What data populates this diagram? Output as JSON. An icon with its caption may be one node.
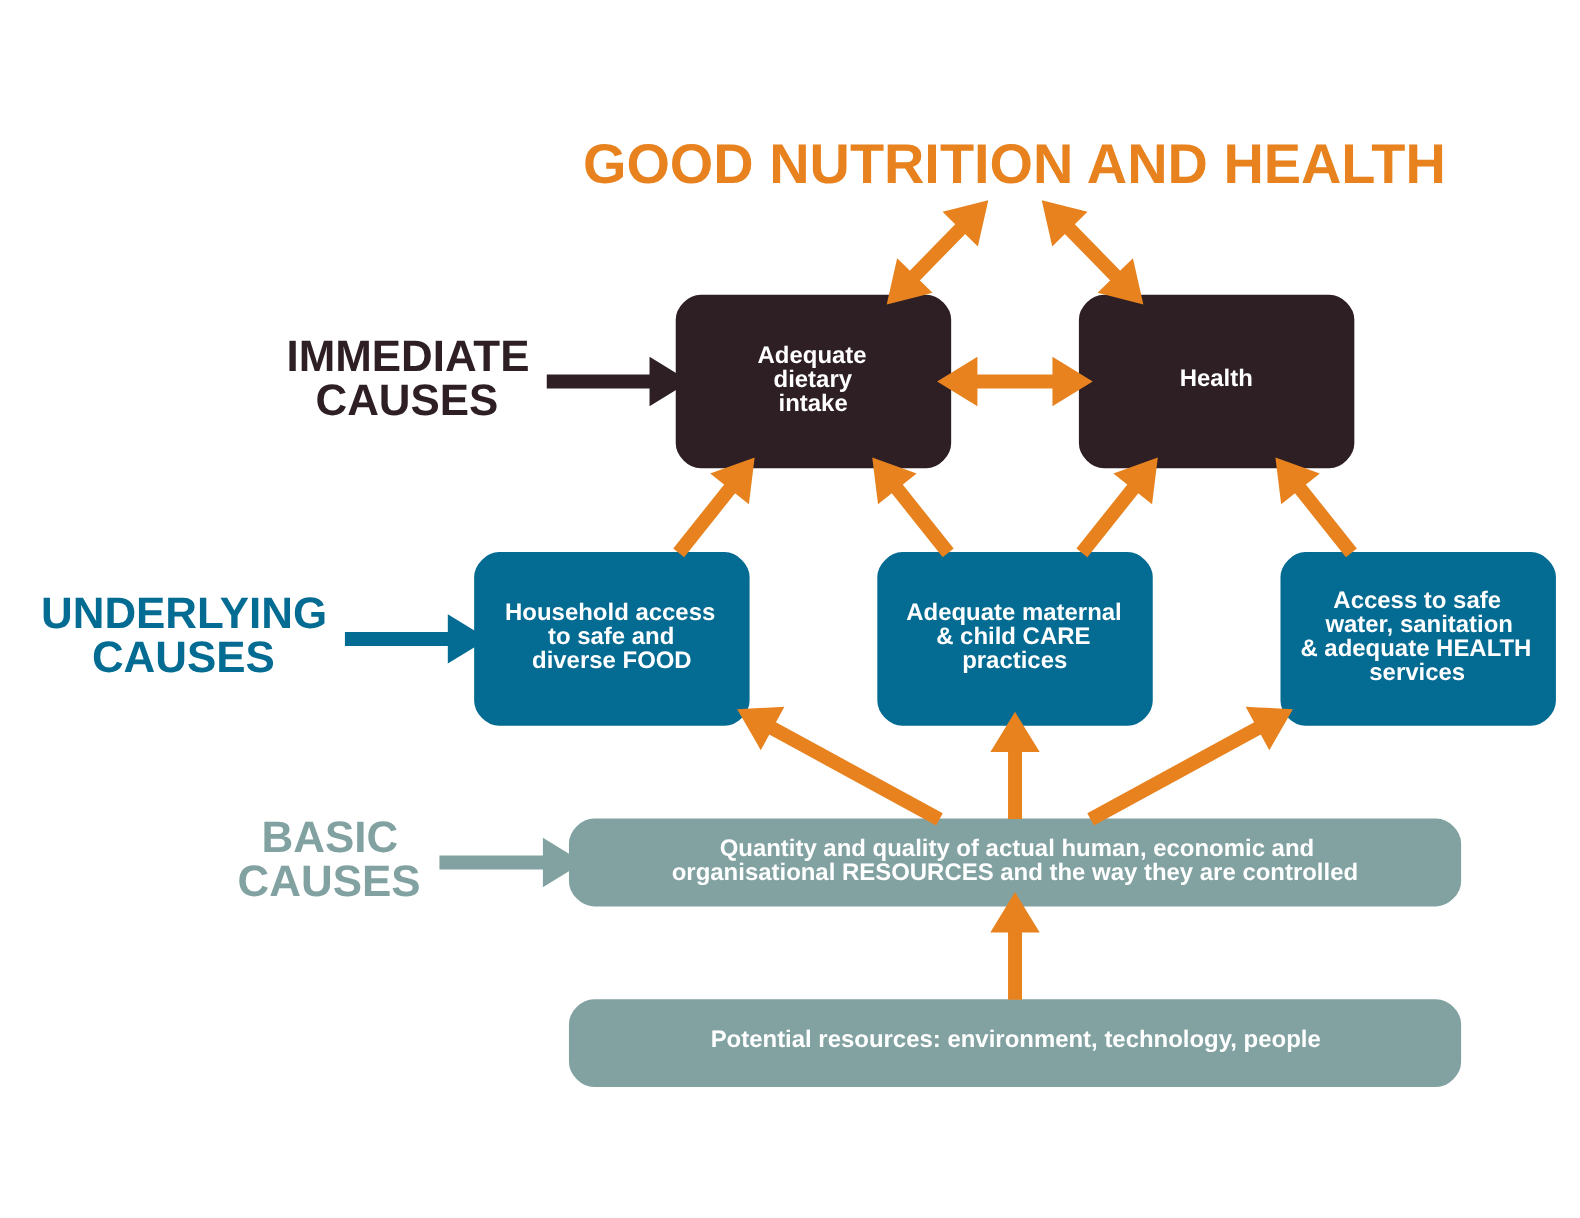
{
  "diagram": {
    "nodes": [
      {
        "text": [
          "GOOD NUTRITION AND HEALTH"
        ]
      },
      {
        "text": [
          "IMMEDIATE CAUSES"
        ]
      },
      {
        "text": [
          "Adequate dietary intake"
        ]
      },
      {
        "text": [
          "Health"
        ]
      },
      {
        "text": [
          "UNDERLYING CAUSES"
        ]
      },
      {
        "text": [
          "Household access to safe and diverse FOOD"
        ]
      },
      {
        "text": [
          "Adequate maternal & child CARE practices"
        ]
      },
      {
        "text": [
          "Access to safe water, sanitation & adequate HEALTH services"
        ]
      },
      {
        "text": [
          "BASIC CAUSES"
        ]
      },
      {
        "text": [
          "Quantity and quality of actual human, economic and organisational RESOURCES and the way they are controlled"
        ]
      },
      {
        "text": [
          "Potential resources: environment, technology, people"
        ]
      }
    ],
    "edges": [
      {
        "from": 2,
        "to": 0,
        "arrow": "both"
      },
      {
        "from": 3,
        "to": 0,
        "arrow": "both"
      },
      {
        "from": 1,
        "to": 2,
        "arrow": "to",
        "color": "#2d1f23"
      },
      {
        "from": 2,
        "to": 3,
        "arrow": "both"
      },
      {
        "from": 6,
        "to": 2,
        "arrow": "to"
      },
      {
        "from": 6,
        "to": 3,
        "arrow": "to"
      },
      {
        "from": 5,
        "to": 2,
        "arrow": "to"
      },
      {
        "from": 7,
        "to": 3,
        "arrow": "to"
      },
      {
        "from": 4,
        "to": 5,
        "arrow": "to",
        "color": "#046b92"
      },
      {
        "from": 9,
        "to": 5,
        "arrow": "to"
      },
      {
        "from": 9,
        "to": 6,
        "arrow": "to"
      },
      {
        "from": 9,
        "to": 7,
        "arrow": "to"
      },
      {
        "from": 8,
        "to": 9,
        "arrow": "to",
        "color": "#82a2a2"
      },
      {
        "from": 10,
        "to": 9,
        "arrow": "to"
      }
    ]
  }
}
